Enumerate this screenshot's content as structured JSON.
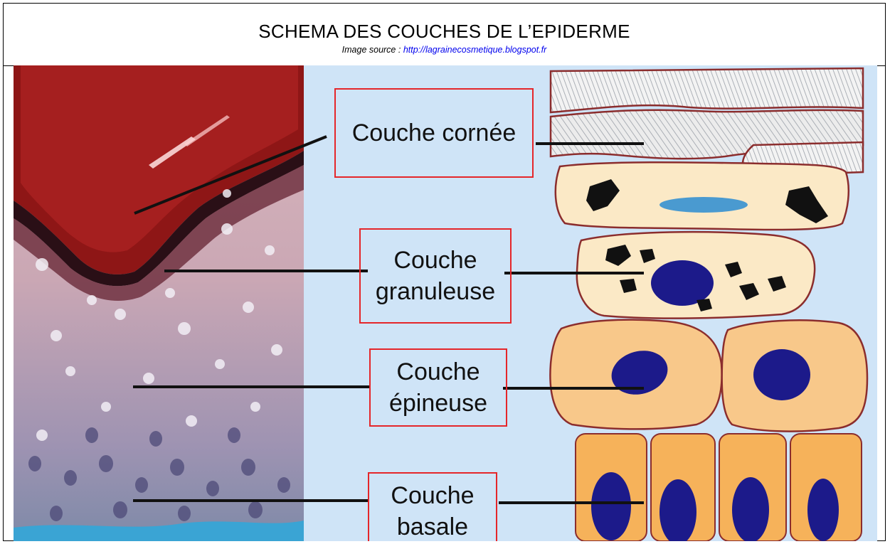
{
  "header": {
    "title": "SCHEMA DES COUCHES DE L’EPIDERME",
    "source_prefix": "Image source : ",
    "source_link": "http://lagrainecosmetique.blogspot.fr"
  },
  "labels": {
    "cornee": "Couche cornée",
    "granuleuse_1": "Couche",
    "granuleuse_2": "granuleuse",
    "epineuse_1": "Couche",
    "epineuse_2": "épineuse",
    "basale_1": "Couche",
    "basale_2": "basale"
  },
  "colors": {
    "background": "#cfe4f7",
    "label_border": "#e5262a",
    "stratum_corneum": "#8e1616",
    "cell_granular": "#fbe9c6",
    "cell_spinous": "#f8c88a",
    "cell_basal": "#f6b25a",
    "nucleus": "#1c1a8a",
    "cell_outline": "#8b2d2d"
  }
}
